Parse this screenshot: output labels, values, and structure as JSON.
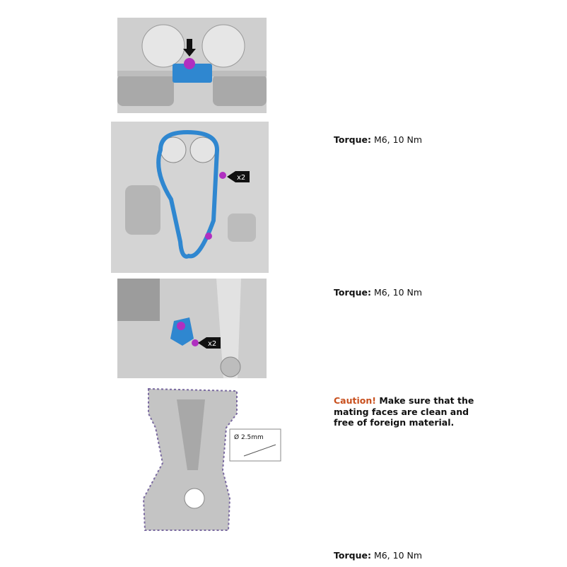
{
  "steps": [
    {
      "figure": "timing-chain-tensioner-top-view",
      "callout": ""
    },
    {
      "figure": "timing-chain-guides",
      "callout": "x2",
      "torque_label": "Torque:",
      "torque_value": "M6, 10 Nm"
    },
    {
      "figure": "chain-tensioner",
      "callout": "x2",
      "torque_label": "Torque:",
      "torque_value": "M6, 10 Nm"
    },
    {
      "figure": "timing-cover-sealant",
      "callout": "Ø 2.5mm",
      "caution_label": "Caution!",
      "caution_text": "Make sure that the mating faces are clean and free of foreign material."
    },
    {
      "torque_label": "Torque:",
      "torque_value": "M6, 10 Nm"
    }
  ],
  "colors": {
    "part_highlight": "#2f87d0",
    "bolt_highlight": "#b02fc0",
    "caution": "#c8501e"
  }
}
